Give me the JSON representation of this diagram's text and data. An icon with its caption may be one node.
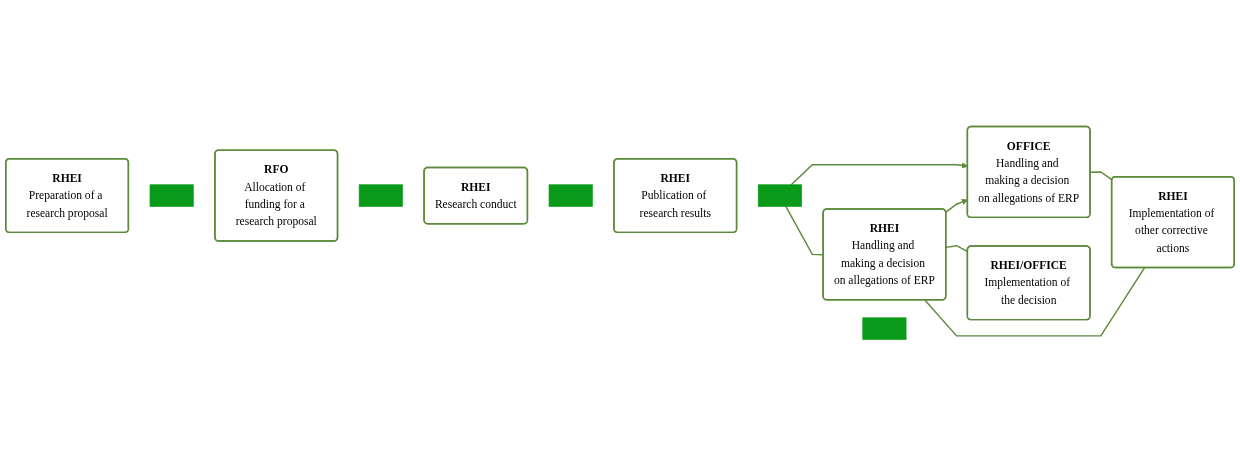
{
  "diagram": {
    "nodes": [
      {
        "text": [
          "RHEI",
          "Preparation of a research proposal"
        ]
      },
      {
        "text": [],
        "shape": "cross"
      },
      {
        "text": [
          "RFO",
          "Allocation of funding for a research proposal"
        ]
      },
      {
        "text": [],
        "shape": "cross"
      },
      {
        "text": [
          "RHEI",
          "Research conduct"
        ]
      },
      {
        "text": [],
        "shape": "cross"
      },
      {
        "text": [
          "RHEI",
          "Publication of research results"
        ]
      },
      {
        "text": [],
        "shape": "cross"
      },
      {
        "text": [
          "OFFICE",
          "Handling and making a decision on allegations of ERP"
        ]
      },
      {
        "text": [
          "RHEI",
          "Handling and making a decision on allegations of ERP"
        ]
      },
      {
        "text": [],
        "shape": "cross"
      },
      {
        "text": [
          "RHEI/OFFICE",
          "Implementation of the decision"
        ]
      },
      {
        "text": [
          "RHEI",
          "Implementation of other corrective actions"
        ]
      }
    ],
    "edges": [
      {
        "from": 7,
        "to": 8,
        "arrow": "to"
      },
      {
        "from": 7,
        "to": 9,
        "arrow": "none"
      },
      {
        "from": 9,
        "to": 8,
        "arrow": "to"
      },
      {
        "from": 8,
        "to": 12,
        "arrow": "none"
      },
      {
        "from": 9,
        "to": 11,
        "arrow": "none"
      },
      {
        "from": 9,
        "to": 12,
        "arrow": "none"
      }
    ]
  }
}
